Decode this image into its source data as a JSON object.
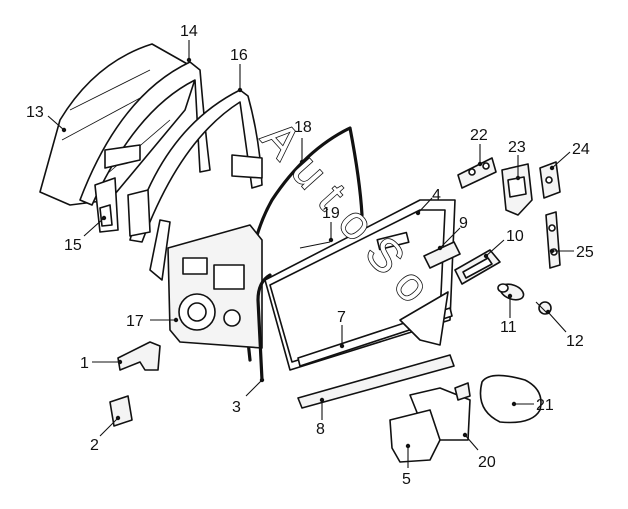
{
  "watermark": [
    "A",
    "u",
    "t",
    "o",
    "S",
    "o"
  ],
  "callouts": [
    {
      "id": "13",
      "label": "13"
    },
    {
      "id": "14",
      "label": "14"
    },
    {
      "id": "16",
      "label": "16"
    },
    {
      "id": "18",
      "label": "18"
    },
    {
      "id": "22",
      "label": "22"
    },
    {
      "id": "23",
      "label": "23"
    },
    {
      "id": "24",
      "label": "24"
    },
    {
      "id": "4",
      "label": "4"
    },
    {
      "id": "19",
      "label": "19"
    },
    {
      "id": "9",
      "label": "9"
    },
    {
      "id": "10",
      "label": "10"
    },
    {
      "id": "25",
      "label": "25"
    },
    {
      "id": "15",
      "label": "15"
    },
    {
      "id": "17",
      "label": "17"
    },
    {
      "id": "7",
      "label": "7"
    },
    {
      "id": "11",
      "label": "11"
    },
    {
      "id": "12",
      "label": "12"
    },
    {
      "id": "1",
      "label": "1"
    },
    {
      "id": "3",
      "label": "3"
    },
    {
      "id": "2",
      "label": "2"
    },
    {
      "id": "8",
      "label": "8"
    },
    {
      "id": "21",
      "label": "21"
    },
    {
      "id": "20",
      "label": "20"
    },
    {
      "id": "5",
      "label": "5"
    }
  ]
}
